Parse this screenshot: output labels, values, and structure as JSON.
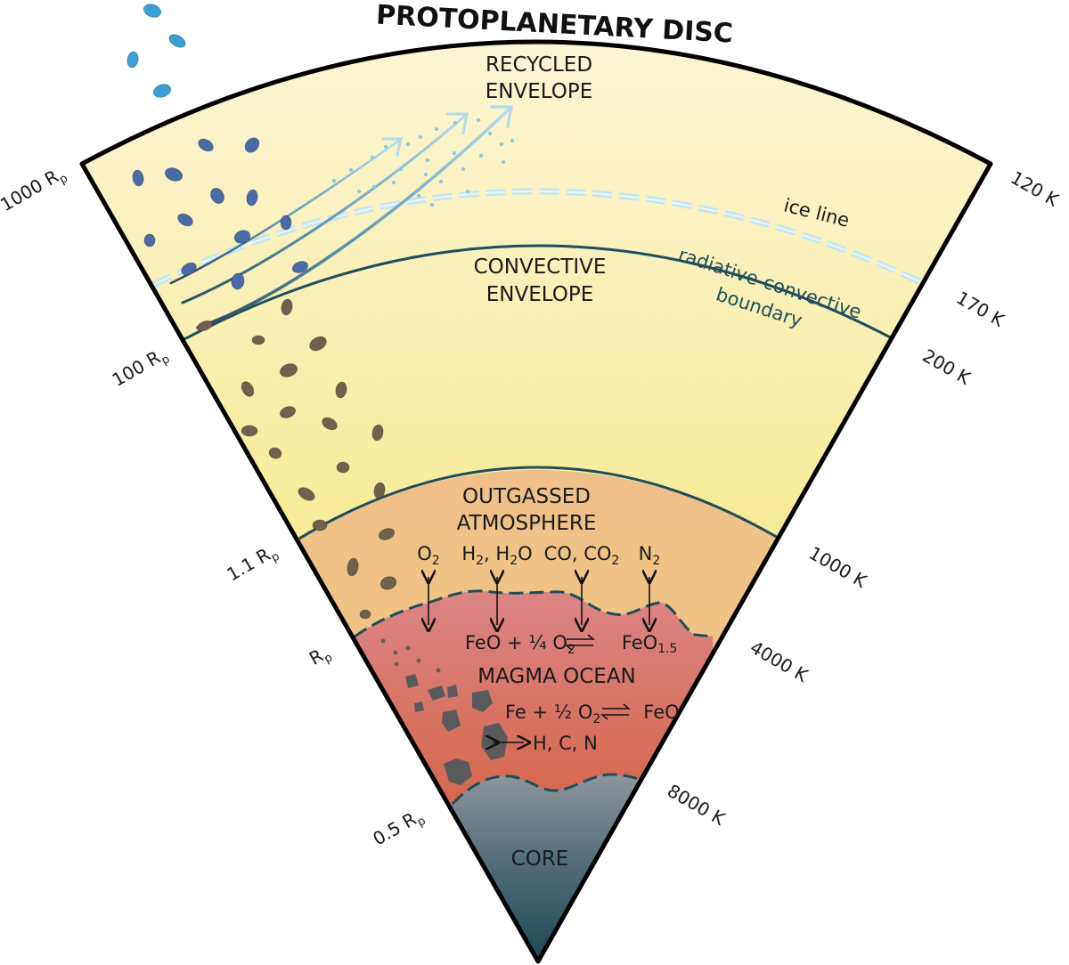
{
  "title": "PROTOPLANETARY DISC",
  "layers": {
    "recycled_envelope": [
      "RECYCLED",
      "ENVELOPE"
    ],
    "convective_envelope": [
      "CONVECTIVE",
      "ENVELOPE"
    ],
    "outgassed_atmosphere": [
      "OUTGASSED",
      "ATMOSPHERE"
    ],
    "magma_ocean": "MAGMA OCEAN",
    "core": "CORE"
  },
  "boundaries": {
    "ice_line": "ice line",
    "rcb": [
      "radiative-convective",
      "boundary"
    ]
  },
  "radii": {
    "r1000": {
      "main": "1000 R",
      "sub": "p"
    },
    "r100": {
      "main": "100 R",
      "sub": "p"
    },
    "r1_1": {
      "main": "1.1 R",
      "sub": "p"
    },
    "rp": {
      "main": "R",
      "sub": "p"
    },
    "r0_5": {
      "main": "0.5 R",
      "sub": "p"
    }
  },
  "temperatures": [
    "120 K",
    "170 K",
    "200 K",
    "1000 K",
    "4000 K",
    "8000 K"
  ],
  "species": {
    "o2": {
      "main": "O",
      "sub": "2"
    },
    "h2_h2o": {
      "a": "H",
      "a_sub": "2",
      "b": ", H",
      "b_sub": "2",
      "c": "O"
    },
    "co_co2": {
      "main": "CO, CO",
      "sub": "2"
    },
    "n2": {
      "main": "N",
      "sub": "2"
    }
  },
  "reactions": {
    "feo": {
      "a": "FeO + ¼ O",
      "a_sub": "2",
      "b": "FeO",
      "b_sub": "1.5"
    },
    "fe": {
      "a": "Fe + ½ O",
      "a_sub": "2",
      "b": "FeO"
    },
    "hcn": "H, C, N"
  },
  "colors": {
    "recycled_top": "#fbf5d2",
    "convective_mid": "#f9ec9c",
    "convective_bottom": "#f8e24a",
    "atmosphere": "#f0c37f",
    "magma_top": "#dd7f7f",
    "magma_bottom": "#cf5226",
    "core_top": "#8a9199",
    "core_bottom": "#1f4a58",
    "boundary_line": "#1f4e5c",
    "ice": "#bfe1ee",
    "pebble_ice": "#3a9fd6",
    "pebble_dark": "#4a6aa8",
    "pebble_rock": "#6f624d"
  }
}
